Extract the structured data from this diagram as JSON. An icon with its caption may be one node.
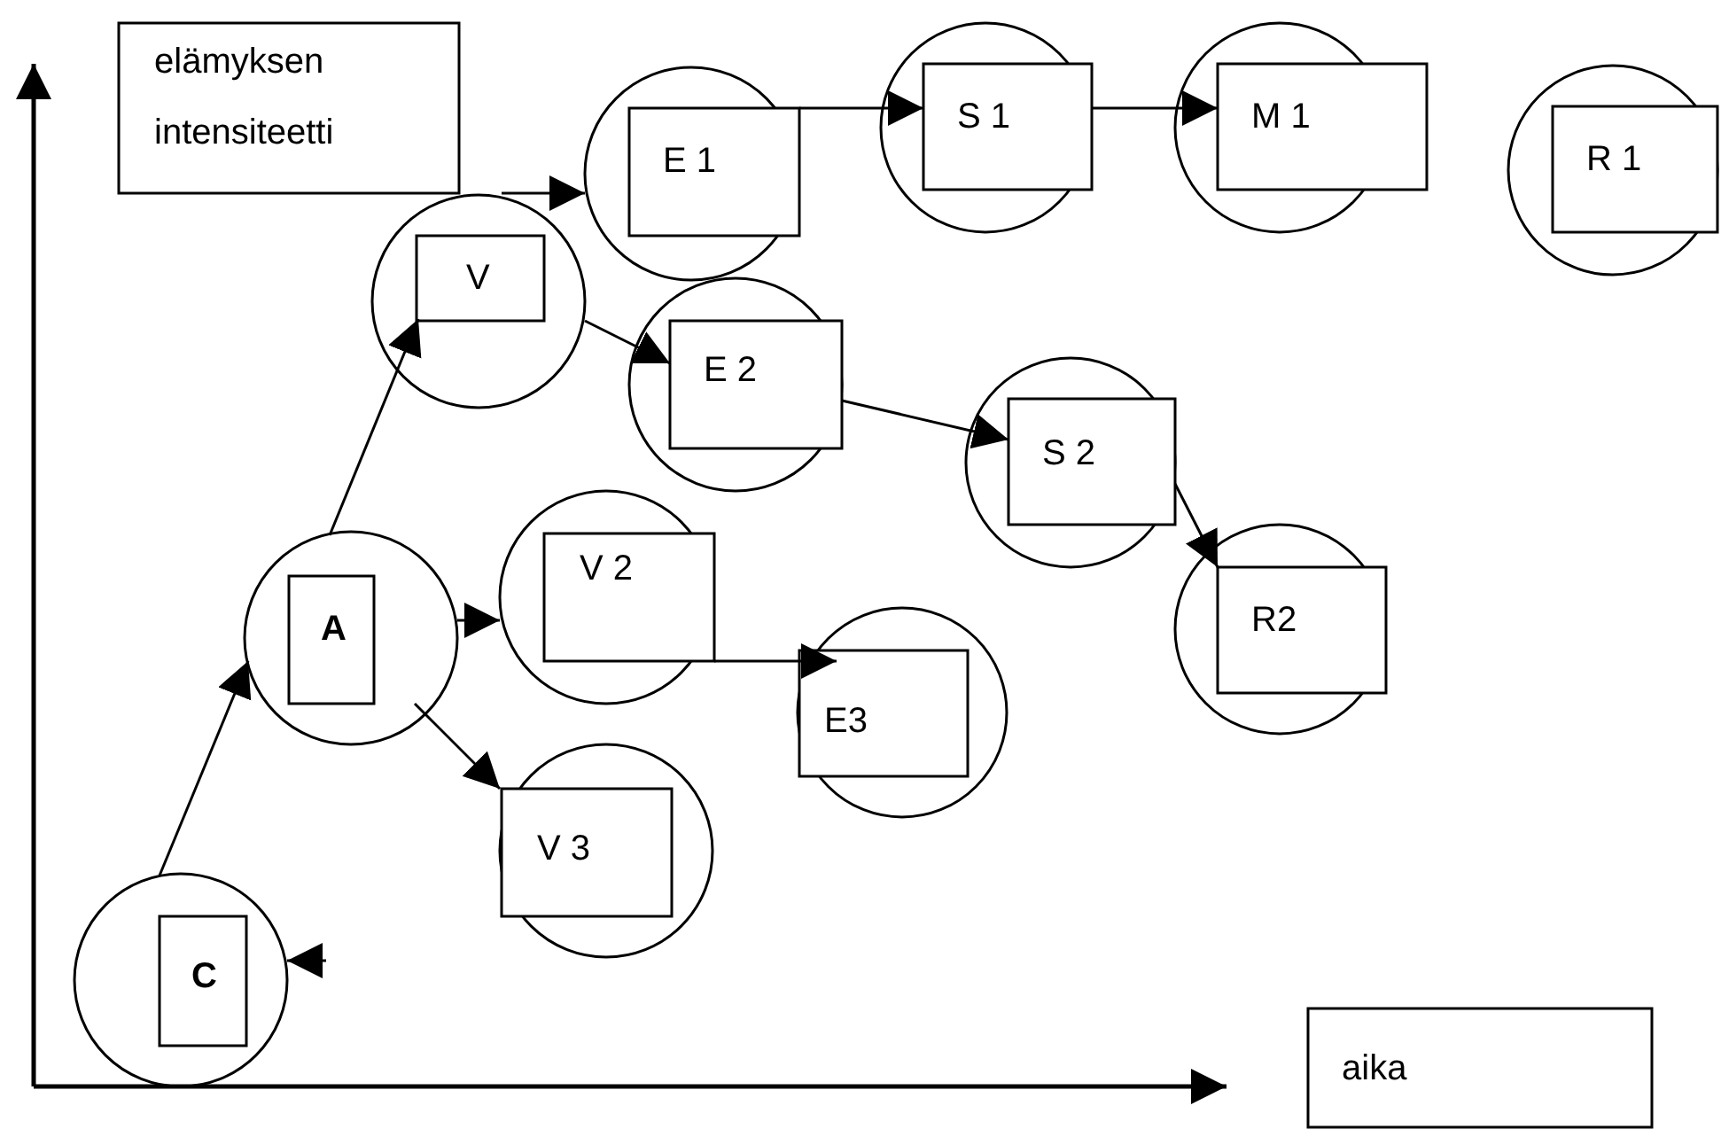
{
  "diagram": {
    "nodes": [
      {
        "text": [
          "elämyksen intensiteetti"
        ]
      },
      {
        "text": [
          "E 1"
        ]
      },
      {
        "text": [
          "S 1"
        ]
      },
      {
        "text": [
          "M 1"
        ]
      },
      {
        "text": [
          "R 1"
        ]
      },
      {
        "text": [
          "V"
        ]
      },
      {
        "text": [
          "E 2"
        ]
      },
      {
        "text": [
          "S 2"
        ]
      },
      {
        "text": [
          "A"
        ]
      },
      {
        "text": [
          "V 2"
        ]
      },
      {
        "text": [
          "R2"
        ]
      },
      {
        "text": [
          "E3"
        ]
      },
      {
        "text": [
          "V 3"
        ]
      },
      {
        "text": [
          "C"
        ]
      },
      {
        "text": [
          "aika"
        ]
      }
    ],
    "edges": [
      {
        "from": 5,
        "to": 1,
        "arrow": "to"
      },
      {
        "from": 1,
        "to": 2,
        "arrow": "to"
      },
      {
        "from": 2,
        "to": 3,
        "arrow": "to"
      },
      {
        "from": 5,
        "to": 6,
        "arrow": "to"
      },
      {
        "from": 6,
        "to": 7,
        "arrow": "to"
      },
      {
        "from": 7,
        "to": 10,
        "arrow": "to"
      },
      {
        "from": 8,
        "to": 5,
        "arrow": "to"
      },
      {
        "from": 8,
        "to": 9,
        "arrow": "to"
      },
      {
        "from": 8,
        "to": 12,
        "arrow": "to"
      },
      {
        "from": 9,
        "to": 11,
        "arrow": "to"
      },
      {
        "from": 13,
        "to": 8,
        "arrow": "to"
      },
      {
        "from": null,
        "to": 13,
        "arrow": "to"
      }
    ]
  }
}
